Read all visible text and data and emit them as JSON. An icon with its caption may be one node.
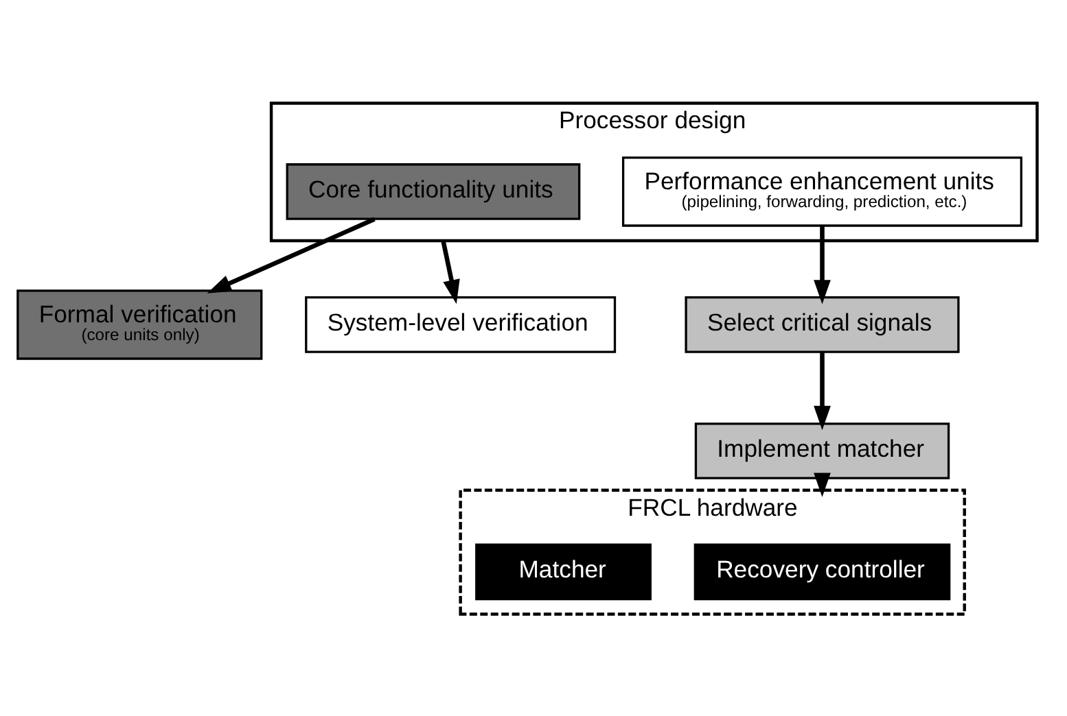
{
  "diagram": {
    "nodes": [
      {
        "text": [
          "Processor design"
        ]
      },
      {
        "text": [
          "Core functionality units"
        ],
        "in": 0
      },
      {
        "text": [
          "Performance enhancement units",
          "(pipelining, forwarding, prediction, etc.)"
        ],
        "in": 0
      },
      {
        "text": [
          "FRCL hardware"
        ]
      },
      {
        "text": [
          "Recovery controller"
        ],
        "in": 3
      },
      {
        "text": [
          "Matcher"
        ],
        "in": 3
      },
      {
        "text": [
          "Formal verification",
          "(core units only)"
        ]
      },
      {
        "text": [
          "Select critical signals"
        ]
      },
      {
        "text": [
          "Implement matcher"
        ]
      },
      {
        "text": [
          "System-level verification"
        ]
      }
    ],
    "edges": [
      {
        "from": 1,
        "to": 6,
        "arrow": "to"
      },
      {
        "from": 0,
        "to": 9,
        "arrow": "to"
      },
      {
        "from": 2,
        "to": 7,
        "arrow": "to"
      },
      {
        "from": 7,
        "to": 8,
        "arrow": "to"
      },
      {
        "from": 8,
        "to": 3,
        "arrow": "to"
      }
    ]
  }
}
